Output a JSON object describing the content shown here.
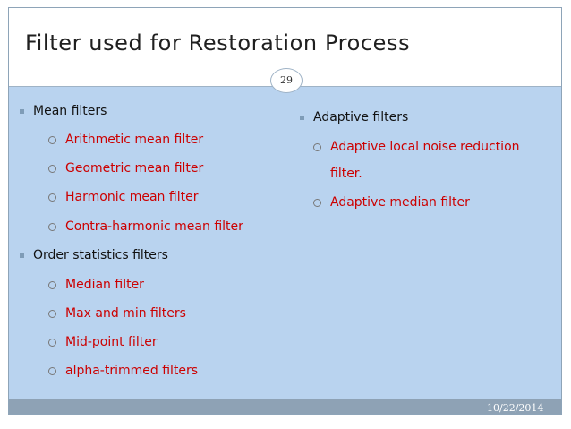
{
  "title": "Filter used for Restoration Process",
  "page_number": "29",
  "date": "10/22/2014",
  "left_column": {
    "mean_filters": {
      "label": "Mean filters",
      "items": [
        "Arithmetic mean filter",
        "Geometric mean filter",
        "Harmonic mean filter",
        "Contra-harmonic mean filter"
      ]
    },
    "order_statistics": {
      "label": "Order statistics filters",
      "items": [
        "Median filter",
        "Max and min filters",
        "Mid-point filter",
        "alpha-trimmed filters"
      ]
    }
  },
  "right_column": {
    "adaptive": {
      "label": "Adaptive filters",
      "items": [
        "Adaptive local noise reduction",
        "filter.",
        "Adaptive median filter"
      ]
    }
  },
  "colors": {
    "content_bg": "#b9d3ef",
    "sub_item_text": "#cc0000",
    "footer_bar": "#8ea2b5"
  }
}
